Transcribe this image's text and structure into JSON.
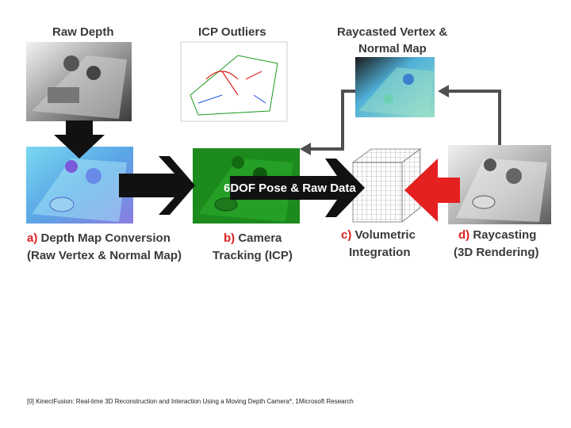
{
  "diagram": {
    "top_labels": {
      "raw_depth": "Raw Depth",
      "icp_outliers": "ICP Outliers",
      "raycasted_line1": "Raycasted Vertex &",
      "raycasted_line2": "Normal Map"
    },
    "center_label": "6DOF Pose & Raw Data",
    "stages": [
      {
        "letter": "a)",
        "line1_rest": " Depth Map Conversion",
        "line2": "(Raw Vertex & Normal Map)"
      },
      {
        "letter": "b)",
        "line1_rest": " Camera",
        "line2": "Tracking (ICP)"
      },
      {
        "letter": "c)",
        "line1_rest": " Volumetric",
        "line2": "Integration"
      },
      {
        "letter": "d)",
        "line1_rest": " Raycasting",
        "line2": "(3D Rendering)"
      }
    ],
    "colors": {
      "label_text": "#3a3a3a",
      "stage_letter": "#e02020",
      "arrow_black": "#111111",
      "arrow_red": "#e52020",
      "connector_gray": "#505050",
      "icp_green": "#1c8a1c",
      "normal_blue": "#5aa6e6"
    }
  },
  "caption": "[0] KinectFusion: Real-time 3D Reconstruction and Interaction Using a Moving Depth Camera*, 1Microsoft Research"
}
